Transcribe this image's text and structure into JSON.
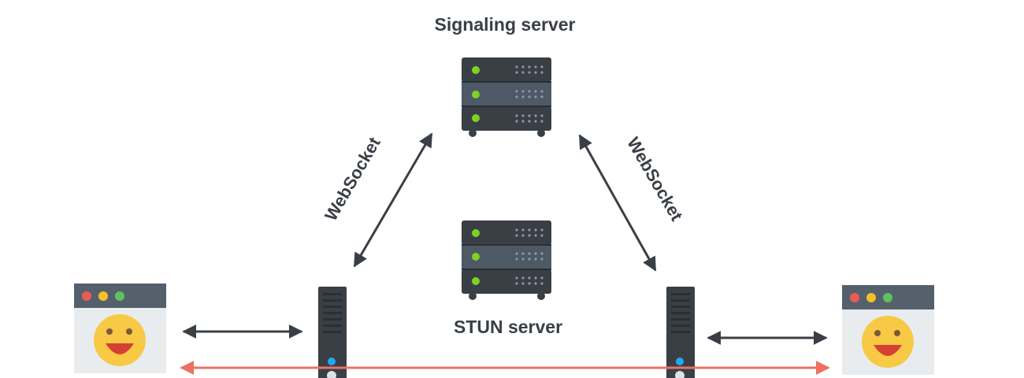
{
  "title": "Signaling server",
  "stun_label": "STUN server",
  "websocket_left": "WebSocket",
  "websocket_right": "WebSocket",
  "colors": {
    "dark": "#3a3f46",
    "server_mid": "#4d5a66",
    "led_green": "#7ed321",
    "led_blue": "#23a8f2",
    "browser_bar": "#54616c",
    "browser_body": "#e9ecef",
    "red_dot": "#ec5a52",
    "yellow_dot": "#f6c026",
    "green_dot": "#5ec35a",
    "face": "#f7c945",
    "mouth": "#d64034",
    "red_arrow": "#ec7163"
  },
  "icons": [
    "server-rack-icon",
    "tower-server-icon",
    "browser-window-icon",
    "smiley-face-icon"
  ]
}
